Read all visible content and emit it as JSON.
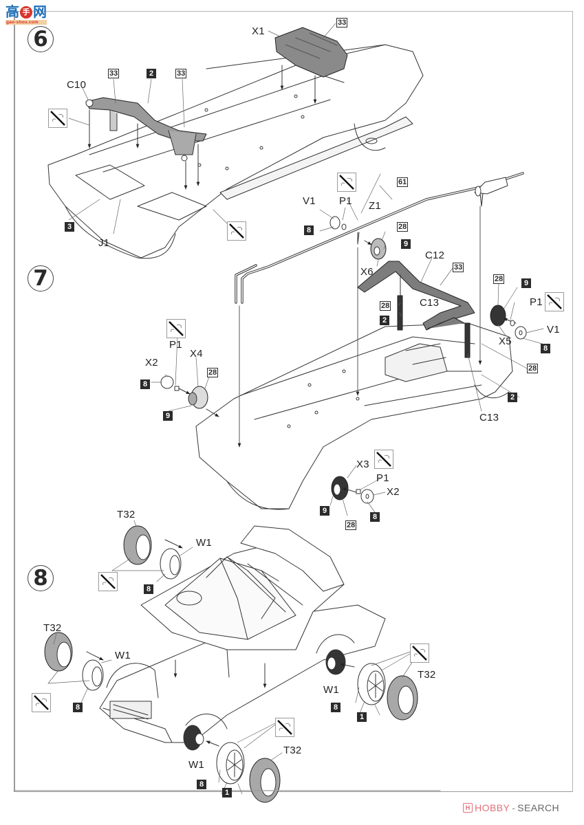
{
  "document": {
    "type": "model kit assembly instructions",
    "watermark_top": {
      "chinese": "高手网",
      "glyph_left": "高",
      "glyph_mid": "手",
      "glyph_right": "网",
      "url": "gao-shou.com"
    },
    "watermark_bottom": {
      "icon": "H",
      "brand": "HOBBY",
      "separator": "-",
      "suffix": "SEARCH"
    },
    "colors": {
      "ink": "#222222",
      "part_fill": "#8a8a8a",
      "watermark_red": "#e0707a",
      "watermark_blue": "#1e6fb8"
    }
  },
  "steps": [
    {
      "number": "6",
      "labels": {
        "x1": "X1",
        "x1_color": "33",
        "c10": "C10",
        "c10_color_a": "33",
        "c10_color_b": "2",
        "c10_color_c": "33",
        "j1": "J1",
        "j1_color": "3"
      },
      "no_paint_icons": 2
    },
    {
      "number": "7",
      "labels": {
        "z1": "Z1",
        "z1_color": "61",
        "v1_rear_left": "V1",
        "v1_rear_left_color": "8",
        "p1_rear_left": "P1",
        "x6": "X6",
        "x6_color_a": "28",
        "x6_color_b": "9",
        "c12": "C12",
        "c12_color": "33",
        "c13_left": "C13",
        "c13_left_color_a": "28",
        "c13_left_color_b": "2",
        "x5": "X5",
        "x5_color_a": "28",
        "x5_color_b": "9",
        "p1_rear_right": "P1",
        "v1_rear_right": "V1",
        "v1_rear_right_color": "8",
        "c13_right": "C13",
        "c13_right_color_a": "28",
        "c13_right_color_b": "2",
        "x2_front_left": "X2",
        "x2_front_left_color": "8",
        "p1_front_left": "P1",
        "x4": "X4",
        "x4_color_a": "28",
        "x4_color_b": "9",
        "x3": "X3",
        "x3_color_a": "9",
        "x3_color_b": "28",
        "p1_front_right": "P1",
        "x2_front_right": "X2",
        "x2_front_right_color": "8"
      },
      "no_paint_icons": 4
    },
    {
      "number": "8",
      "labels": {
        "t32_a": "T32",
        "w1_a": "W1",
        "w1_a_color": "8",
        "t32_b": "T32",
        "w1_b": "W1",
        "w1_b_color": "8",
        "t32_c": "T32",
        "w1_c": "W1",
        "w1_c_color_a": "8",
        "w1_c_color_b": "1",
        "t32_d": "T32",
        "w1_d": "W1",
        "w1_d_color_a": "8",
        "w1_d_color_b": "1"
      },
      "no_paint_icons": 4
    }
  ]
}
